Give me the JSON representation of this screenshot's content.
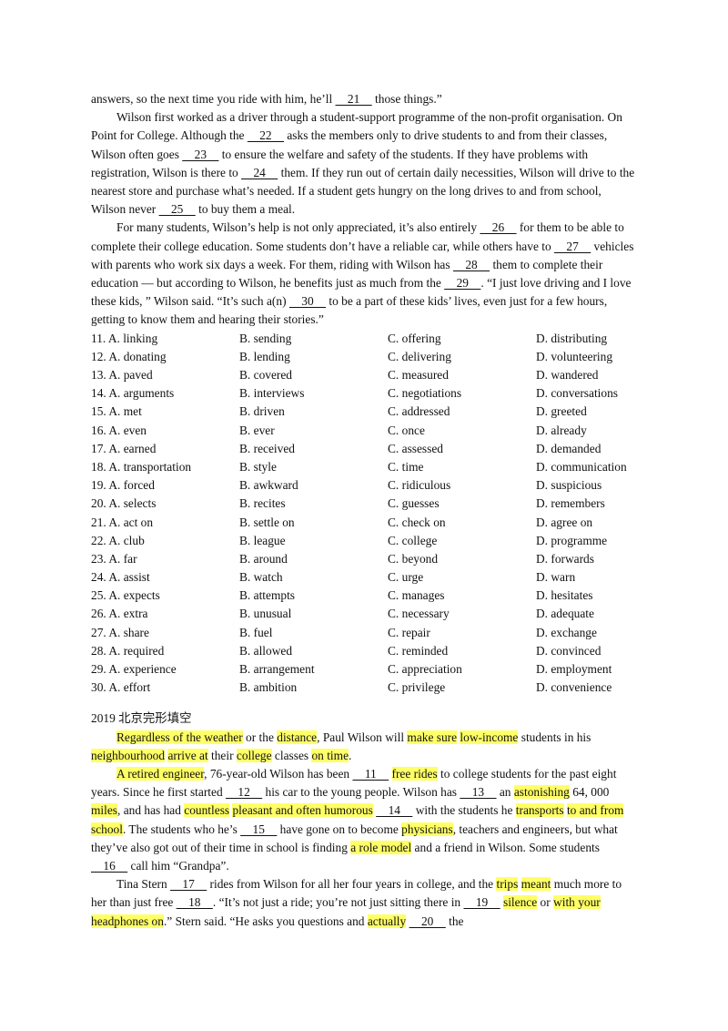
{
  "passage1": [
    [
      "answers, so the next time you ride with him, he’ll ",
      {
        "b": "21"
      },
      " those things.”"
    ],
    [
      "Wilson first worked as a driver through a student-support programme of the non-profit organisation. On Point for College. Although the ",
      {
        "b": "22"
      },
      " asks the members only to drive students to and from their classes, Wilson often goes ",
      {
        "b": "23"
      },
      " to ensure the welfare and safety of the students. If they have problems with registration, Wilson is there to ",
      {
        "b": "24"
      },
      " them. If they run out of certain daily necessities, Wilson will drive to the nearest store and purchase what’s needed. If a student gets hungry on the long drives to and from school, Wilson never ",
      {
        "b": "25"
      },
      " to buy them a meal."
    ],
    [
      "For many students, Wilson’s help is not only appreciated, it’s also entirely ",
      {
        "b": "26"
      },
      " for them to be able to complete their college education. Some students don’t have a reliable car, while others have to ",
      {
        "b": "27"
      },
      " vehicles with parents who work six days a week. For them, riding with Wilson has ",
      {
        "b": "28"
      },
      " them to complete their education  —  but according to Wilson, he benefits just as much from the ",
      {
        "b": "29"
      },
      ". “I just love driving and I love these kids, ” Wilson said. “It’s such a(n) ",
      {
        "b": "30"
      },
      " to be a part of these kids’ lives, even just for a few hours, getting to know them and hearing their stories.”"
    ]
  ],
  "options": [
    [
      "11. A.  linking",
      "B.  sending",
      "C.  offering",
      "D.  distributing"
    ],
    [
      "12. A.  donating",
      "B.  lending",
      "C.  delivering",
      "D.  volunteering"
    ],
    [
      "13. A.  paved",
      "B.  covered",
      "C.  measured",
      "D.  wandered"
    ],
    [
      "14. A.  arguments",
      "B.  interviews",
      "C.  negotiations",
      "D.  conversations"
    ],
    [
      "15. A.  met",
      "B.  driven",
      "C.  addressed",
      "D.  greeted"
    ],
    [
      "16. A.  even",
      "B.  ever",
      "C.  once",
      "D.  already"
    ],
    [
      "17. A.  earned",
      "B.  received",
      "C.  assessed",
      "D.  demanded"
    ],
    [
      "18. A.  transportation",
      "B.  style",
      "C.  time",
      "D.  communication"
    ],
    [
      "19. A.  forced",
      "B.  awkward",
      "C.  ridiculous",
      "D.  suspicious"
    ],
    [
      "20. A.  selects",
      "B.  recites",
      "C.  guesses",
      "D.  remembers"
    ],
    [
      "21. A.  act on",
      "B.  settle on",
      "C.  check on",
      "D.  agree on"
    ],
    [
      "22. A.  club",
      "B.  league",
      "C.  college",
      "D.  programme"
    ],
    [
      "23. A.  far",
      "B.  around",
      "C.  beyond",
      "D.  forwards"
    ],
    [
      "24. A.  assist",
      "B.  watch",
      "C.  urge",
      "D.  warn"
    ],
    [
      "25. A.  expects",
      "B.  attempts",
      "C.  manages",
      "D.  hesitates"
    ],
    [
      "26. A.  extra",
      "B.  unusual",
      "C.  necessary",
      "D.  adequate"
    ],
    [
      "27. A.  share",
      "B.  fuel",
      "C.  repair",
      "D.  exchange"
    ],
    [
      "28. A.  required",
      "B.  allowed",
      "C.  reminded",
      "D.  convinced"
    ],
    [
      "29. A.  experience",
      "B.  arrangement",
      "C.  appreciation",
      "D.  employment"
    ],
    [
      "30. A.  effort",
      "B.  ambition",
      "C.  privilege",
      "D.  convenience"
    ]
  ],
  "heading": "2019 北京完形填空",
  "passage2": [
    [
      {
        "h": "Regardless of the weather"
      },
      " or the ",
      {
        "h": "distance"
      },
      ", Paul Wilson will ",
      {
        "h": "make sure"
      },
      " ",
      {
        "h": "low-income"
      },
      " students in his ",
      {
        "h": "neighbourhood"
      },
      " ",
      {
        "h": "arrive at"
      },
      " their ",
      {
        "h": "college"
      },
      " classes ",
      {
        "h": "on time"
      },
      "."
    ],
    [
      {
        "h": "A retired engineer"
      },
      ", 76-year-old Wilson has been ",
      {
        "b": "11"
      },
      " ",
      {
        "h": "free rides"
      },
      " to college students for the past eight years. Since he first started ",
      {
        "b": "12"
      },
      " his car to the young people. Wilson has ",
      {
        "b": "13"
      },
      " an ",
      {
        "h": "astonishing"
      },
      " 64, 000 ",
      {
        "h": "miles"
      },
      ", and has had ",
      {
        "h": "countless"
      },
      " ",
      {
        "h": "pleasant and often humorous"
      },
      " ",
      {
        "b": "14"
      },
      " with the students he ",
      {
        "h": "transports"
      },
      " ",
      {
        "h": "to and from school"
      },
      ". The students who he’s ",
      {
        "b": "15"
      },
      " have gone on to become ",
      {
        "h": "physicians"
      },
      ", teachers and engineers, but what they’ve also got out of their time in school is finding ",
      {
        "h": "a role model"
      },
      " and a friend in Wilson. Some students ",
      {
        "b": "16"
      },
      " call him “Grandpa”."
    ],
    [
      "Tina Stern ",
      {
        "b": "17"
      },
      " rides from Wilson for all her four years in college, and the ",
      {
        "h": "trips"
      },
      " ",
      {
        "h": "meant"
      },
      " much more to her than just free ",
      {
        "b": "18"
      },
      ". “It’s not just a ride;  you’re not just sitting there in ",
      {
        "b": "19"
      },
      " ",
      {
        "h": "silence"
      },
      " or ",
      {
        "h": "with your headphones on"
      },
      ".” Stern said. “He asks you questions and ",
      {
        "h": "actually"
      },
      " ",
      {
        "b": "20"
      },
      " the"
    ]
  ]
}
